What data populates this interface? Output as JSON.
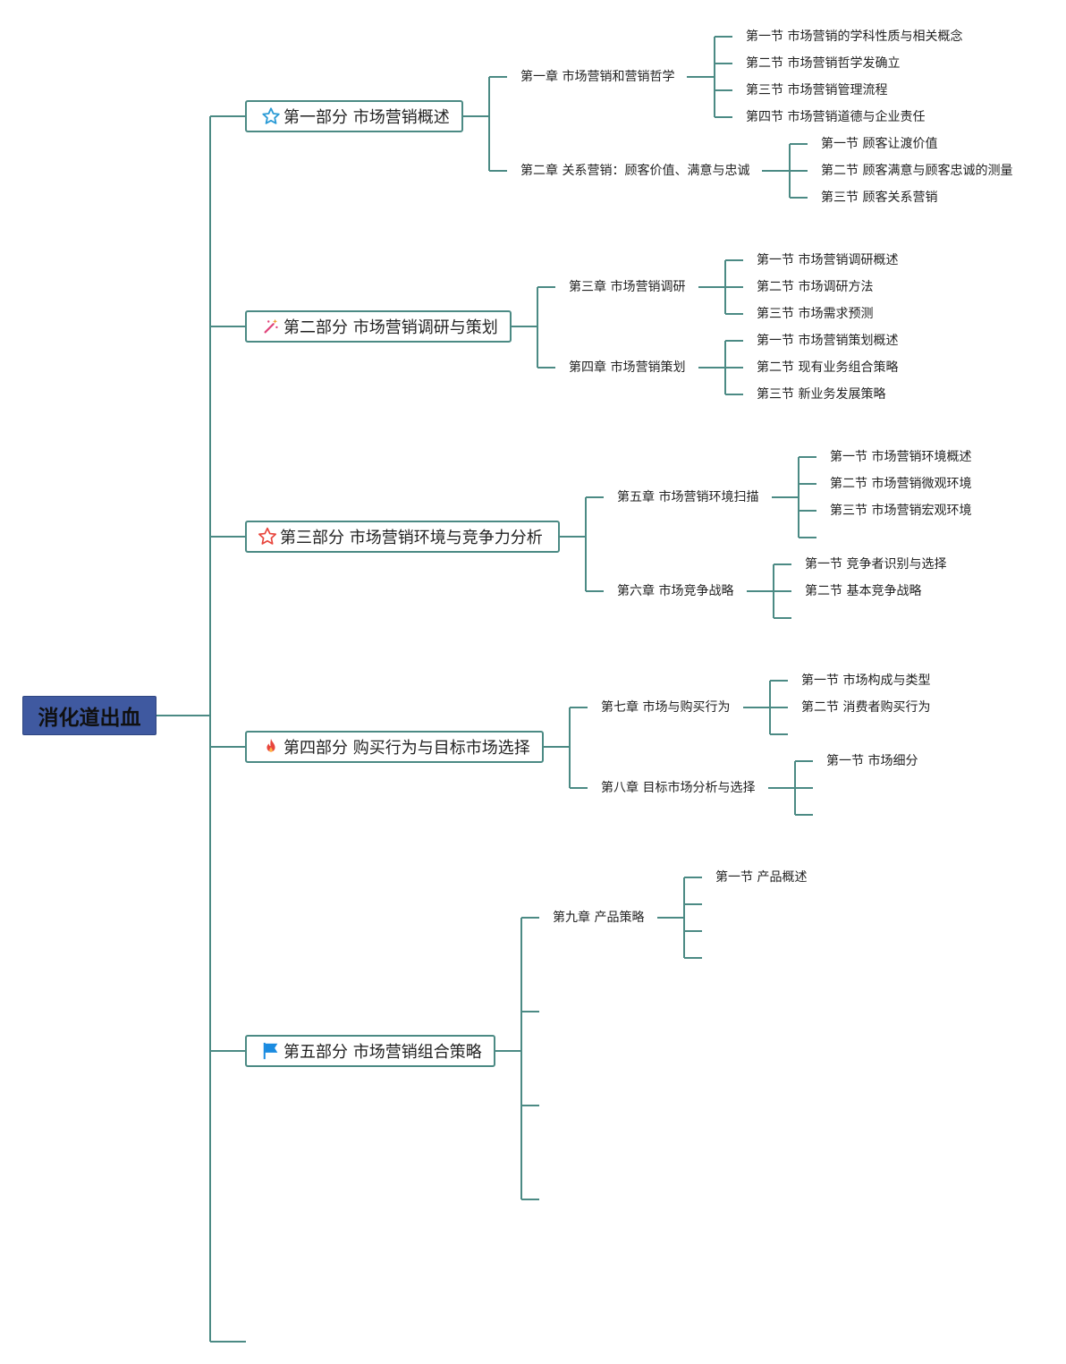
{
  "root": {
    "label": "消化道出血"
  },
  "parts": [
    {
      "label": "第一部分 市场营销概述",
      "icon": "star-outline-icon",
      "icon_color": "#2b9bd6",
      "chapters": [
        {
          "label": "第一章 市场营销和营销哲学",
          "sections": [
            "第一节 市场营销的学科性质与相关概念",
            "第二节 市场营销哲学发确立",
            "第三节 市场营销管理流程",
            "第四节 市场营销道德与企业责任"
          ]
        },
        {
          "label": "第二章 关系营销：顾客价值、满意与忠诚",
          "sections": [
            "第一节 顾客让渡价值",
            "第二节 顾客满意与顾客忠诚的测量",
            "第三节 顾客关系营销"
          ]
        }
      ]
    },
    {
      "label": "第二部分 市场营销调研与策划",
      "icon": "magic-wand-icon",
      "icon_color": "#e0457b",
      "chapters": [
        {
          "label": "第三章 市场营销调研",
          "sections": [
            "第一节 市场营销调研概述",
            "第二节 市场调研方法",
            "第三节 市场需求预测"
          ]
        },
        {
          "label": "第四章 市场营销策划",
          "sections": [
            "第一节 市场营销策划概述",
            "第二节 现有业务组合策略",
            "第三节 新业务发展策略"
          ]
        }
      ]
    },
    {
      "label": "第三部分 市场营销环境与竞争力分析",
      "icon": "star-outline-icon",
      "icon_color": "#e8453c",
      "chapters": [
        {
          "label": "第五章 市场营销环境扫描",
          "sections": [
            "第一节 市场营销环境概述",
            "第二节 市场营销微观环境",
            "第三节 市场营销宏观环境",
            ""
          ]
        },
        {
          "label": "第六章 市场竞争战略",
          "sections": [
            "第一节 竞争者识别与选择",
            "第二节 基本竞争战略",
            ""
          ]
        }
      ]
    },
    {
      "label": "第四部分 购买行为与目标市场选择",
      "icon": "fire-icon",
      "icon_color": "#e8453c",
      "chapters": [
        {
          "label": "第七章 市场与购买行为",
          "sections": [
            "第一节 市场构成与类型",
            "第二节 消费者购买行为",
            ""
          ]
        },
        {
          "label": "第八章 目标市场分析与选择",
          "sections": [
            "第一节 市场细分",
            "",
            ""
          ]
        }
      ]
    },
    {
      "label": "第五部分 市场营销组合策略",
      "icon": "flag-icon",
      "icon_color": "#1a8be0",
      "chapters": [
        {
          "label": "第九章 产品策略",
          "sections": [
            "第一节 产品概述",
            "",
            "",
            ""
          ]
        },
        {
          "label": "",
          "sections": []
        },
        {
          "label": "",
          "sections": []
        },
        {
          "label": "",
          "sections": []
        }
      ]
    },
    {
      "label": "",
      "icon": "",
      "icon_color": "",
      "chapters": []
    }
  ],
  "colors": {
    "line": "#4b8a84",
    "root_fill": "#3f59a0"
  }
}
